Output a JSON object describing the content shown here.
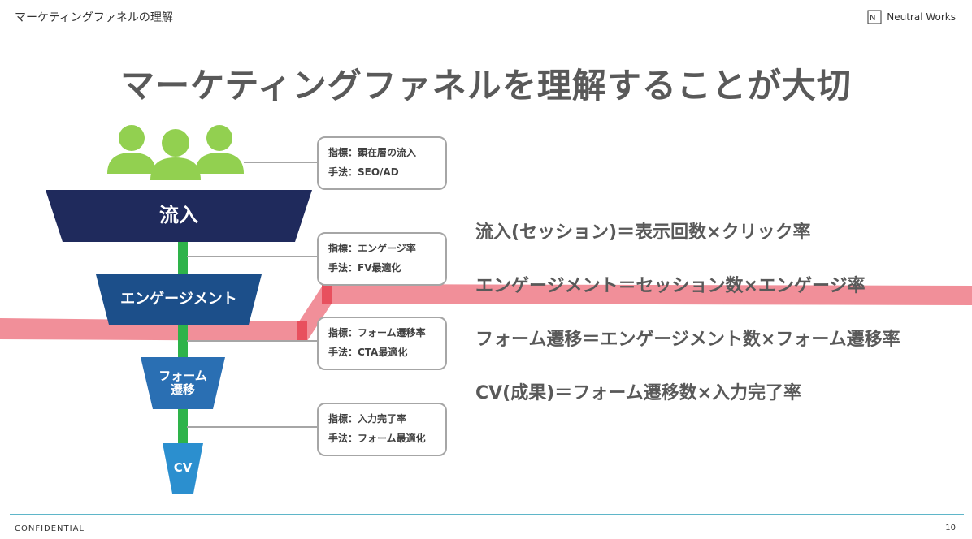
{
  "header": {
    "title": "マーケティングファネルの理解",
    "brand": "Neutral Works"
  },
  "main_title": "マーケティングファネルを理解することが大切",
  "funnel": {
    "stages": [
      {
        "label": "流入"
      },
      {
        "label": "エンゲージメント"
      },
      {
        "label_line1": "フォーム",
        "label_line2": "遷移"
      },
      {
        "label": "CV"
      }
    ]
  },
  "callouts": [
    {
      "metric": "指標：顕在層の流入",
      "method": "手法：SEO/AD"
    },
    {
      "metric": "指標：エンゲージ率",
      "method": "手法：FV最適化"
    },
    {
      "metric": "指標：フォーム遷移率",
      "method": "手法：CTA最適化"
    },
    {
      "metric": "指標：入力完了率",
      "method": "手法：フォーム最適化"
    }
  ],
  "formulas": [
    "流入(セッション)＝表示回数×クリック率",
    "エンゲージメント＝セッション数×エンゲージ率",
    "フォーム遷移＝エンゲージメント数×フォーム遷移率",
    "CV(成果)＝フォーム遷移数×入力完了率"
  ],
  "footer": {
    "confidential": "CONFIDENTIAL",
    "page_number": "10"
  },
  "colors": {
    "navy": "#1f2a5c",
    "blue_dark": "#1c4f8a",
    "blue_mid": "#2a6fb3",
    "blue_light": "#2b8fcf",
    "green": "#2eb34a",
    "people": "#92d050",
    "highlight": "#ef7b87",
    "footer_line": "#5fb6c9"
  }
}
